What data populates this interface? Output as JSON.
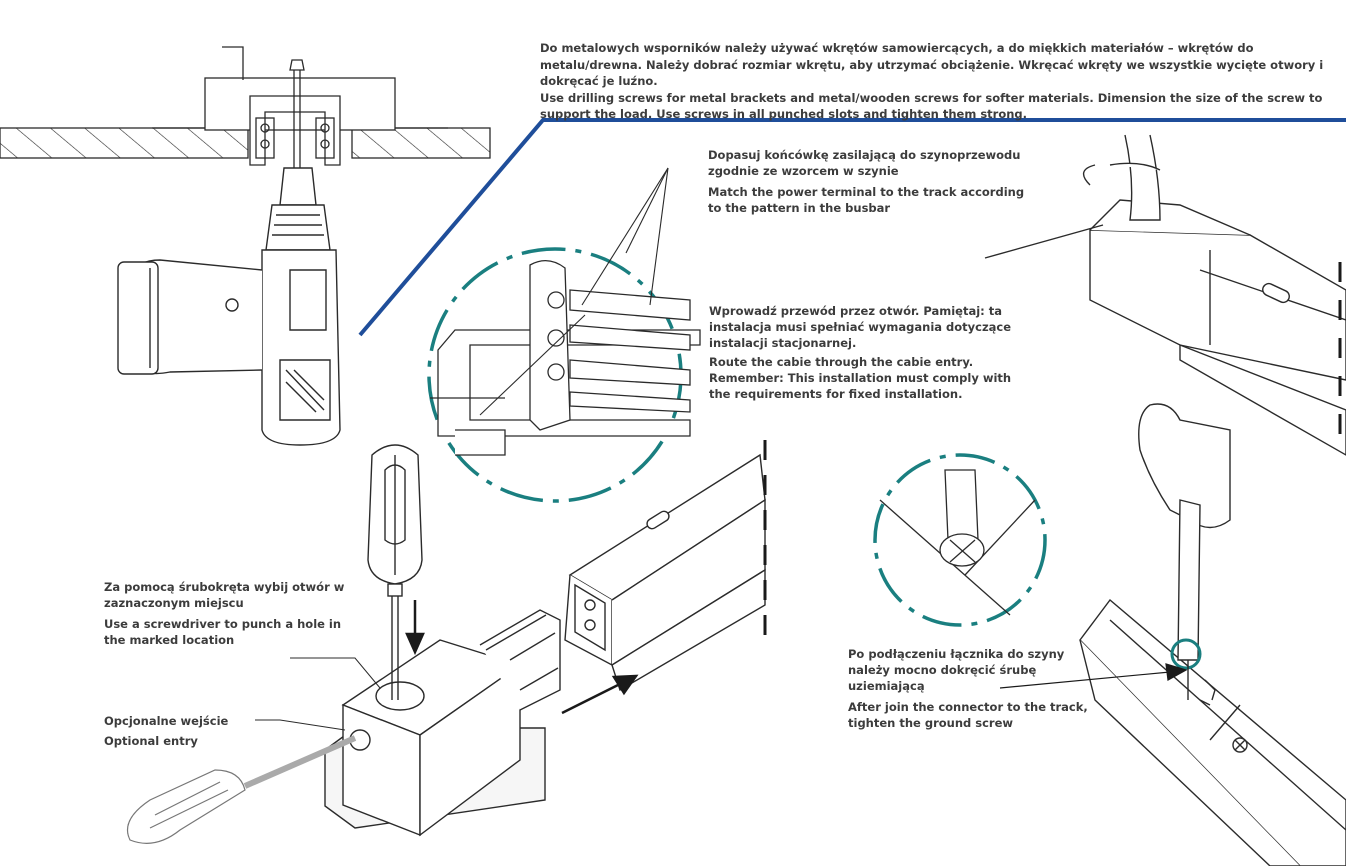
{
  "top_note": {
    "pl": "Do metalowych wsporników należy używać wkrętów samowiercących, a do miękkich materiałów – wkrętów do metalu/drewna. Należy dobrać rozmiar wkrętu, aby utrzymać obciążenie. Wkręcać wkręty we wszystkie wycięte otwory i dokręcać je luźno.",
    "en": "Use drilling screws for metal brackets and metal/wooden screws for softer materials. Dimension the size of the screw to support the load. Use screws in all punched slots and tighten them strong."
  },
  "terminal_note": {
    "pl": "Dopasuj końcówkę zasilającą do szynoprzewodu zgodnie ze wzorcem w szynie",
    "en": "Match the power terminal to the track according to the pattern in the busbar"
  },
  "cable_note": {
    "pl": "Wprowadź przewód przez otwór. Pamiętaj: ta instalacja musi spełniać wymagania dotyczące instalacji stacjonarnej.",
    "en": "Route the cabie through the cabie entry. Remember: This installation must comply with the requirements for fixed installation."
  },
  "punch_note": {
    "pl": "Za pomocą śrubokręta wybij otwór w zaznaczonym miejscu",
    "en": "Use a screwdriver to punch a hole in the marked location"
  },
  "entry_note": {
    "pl": "Opcjonalne wejście",
    "en": "Optional entry"
  },
  "ground_note": {
    "pl": "Po podłączeniu łącznika do szyny należy mocno dokręcić śrubę uziemiającą",
    "en": "After join the connector to the track, tighten the ground screw"
  },
  "colors": {
    "divider": "#1f4e9a",
    "detail_circle": "#1a7f80",
    "line": "#2b2b2b"
  },
  "icons": [
    "drill-icon",
    "screwdriver-icon",
    "hand-icon",
    "ground-symbol-icon"
  ]
}
